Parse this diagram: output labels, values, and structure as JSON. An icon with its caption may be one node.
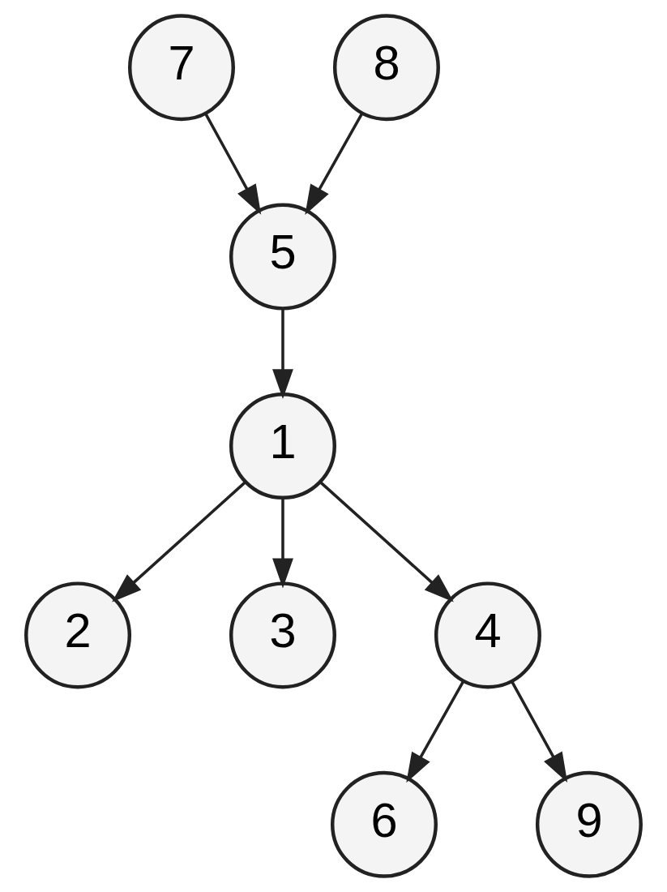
{
  "diagram": {
    "nodes": [
      {
        "text": [
          "7"
        ]
      },
      {
        "text": [
          "8"
        ]
      },
      {
        "text": [
          "5"
        ]
      },
      {
        "text": [
          "1"
        ]
      },
      {
        "text": [
          "2"
        ]
      },
      {
        "text": [
          "3"
        ]
      },
      {
        "text": [
          "4"
        ]
      },
      {
        "text": [
          "6"
        ]
      },
      {
        "text": [
          "9"
        ]
      }
    ],
    "edges": [
      {
        "from": 0,
        "to": 2,
        "arrow": "to"
      },
      {
        "from": 1,
        "to": 2,
        "arrow": "to"
      },
      {
        "from": 2,
        "to": 3,
        "arrow": "to"
      },
      {
        "from": 3,
        "to": 4,
        "arrow": "to"
      },
      {
        "from": 3,
        "to": 6,
        "arrow": "to"
      },
      {
        "from": 3,
        "to": 5,
        "arrow": "to"
      },
      {
        "from": 6,
        "to": 7,
        "arrow": "to"
      },
      {
        "from": 6,
        "to": 8,
        "arrow": "to"
      }
    ]
  }
}
